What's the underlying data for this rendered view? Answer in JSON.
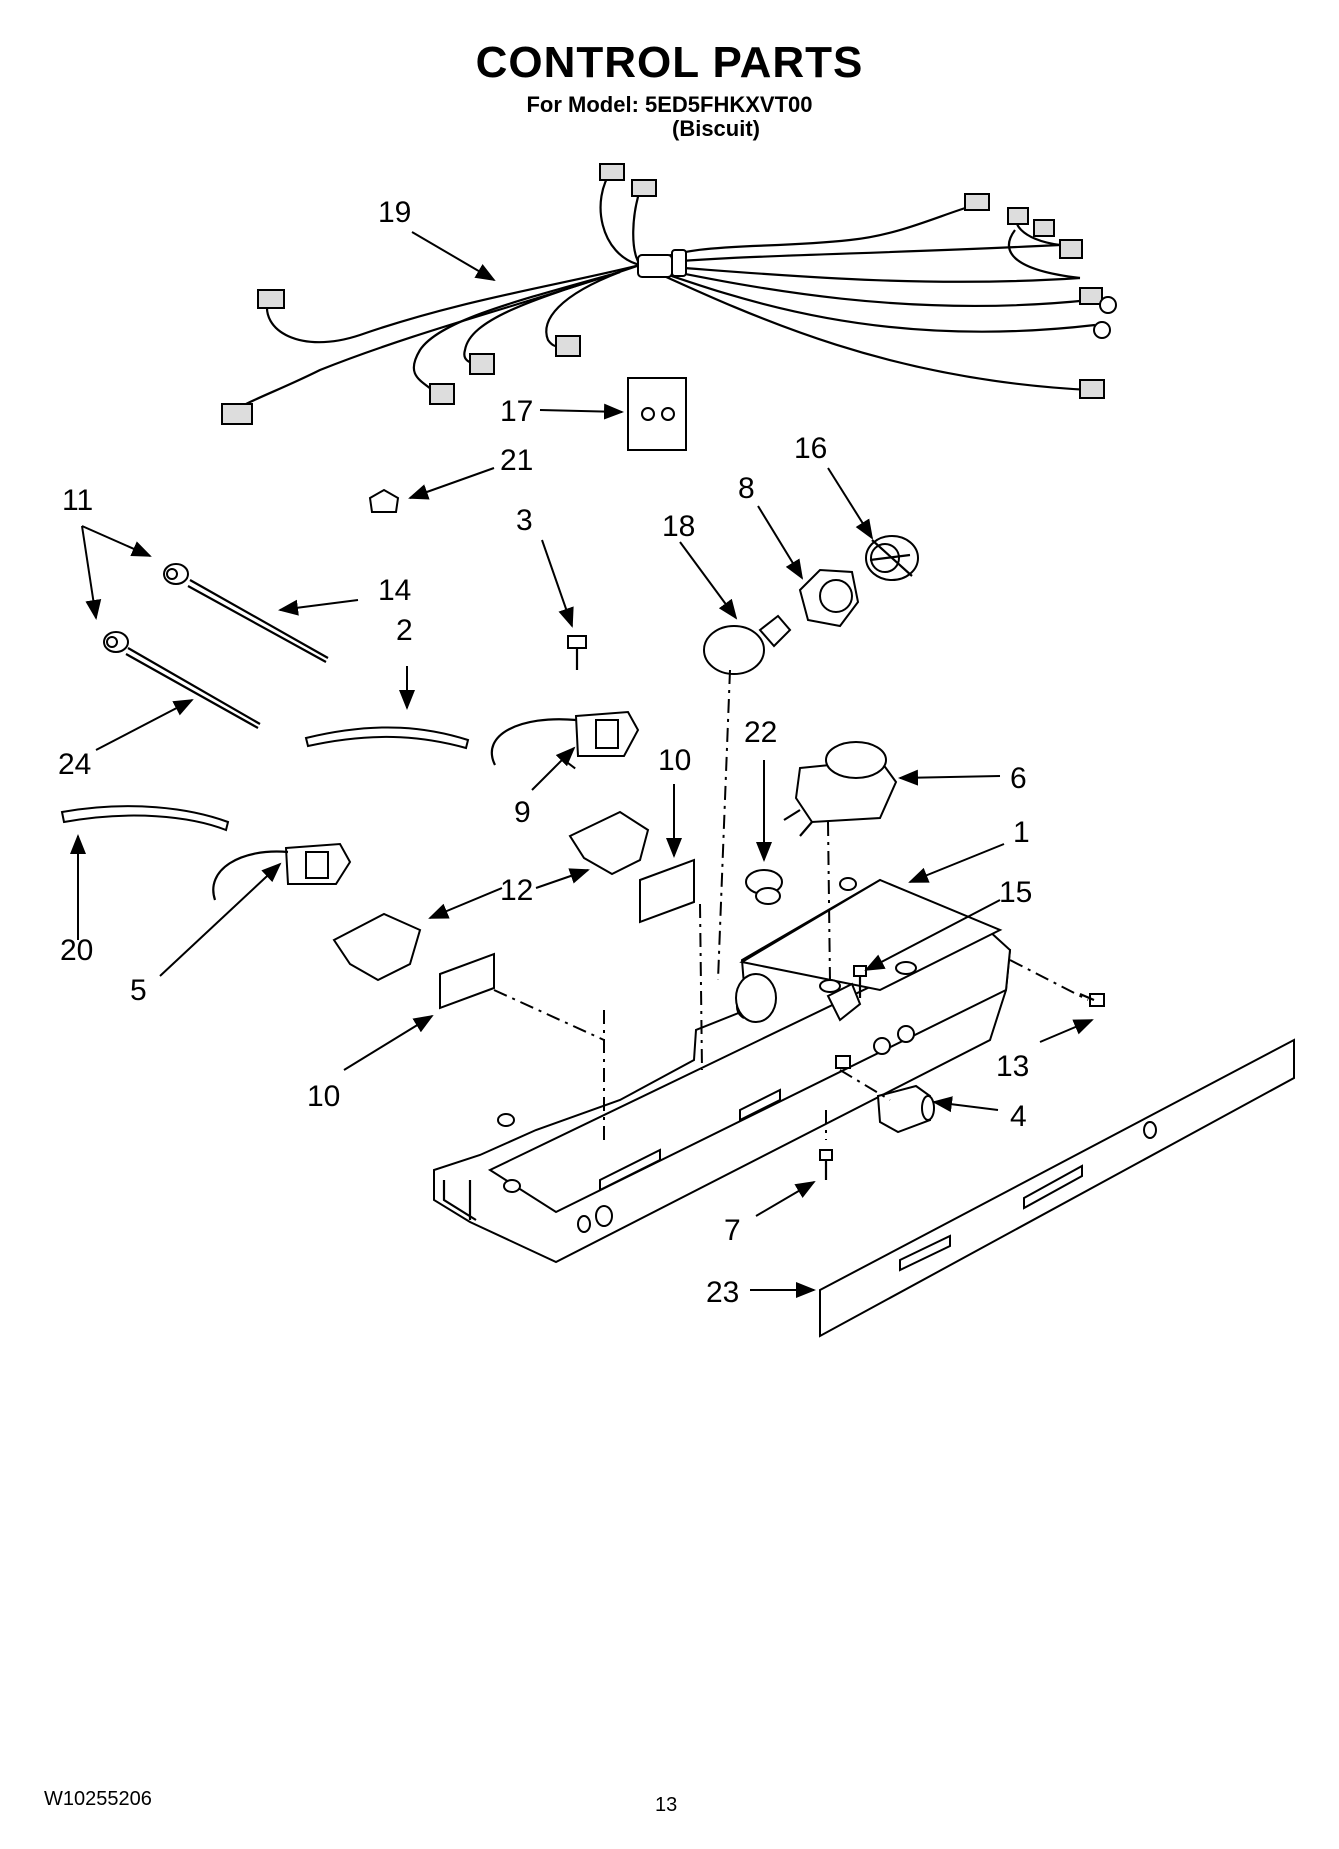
{
  "header": {
    "title": "CONTROL PARTS",
    "model_line": "For Model: 5ED5FHKXVT00",
    "variant": "(Biscuit)"
  },
  "callouts": {
    "c1": "1",
    "c2": "2",
    "c3": "3",
    "c4": "4",
    "c5": "5",
    "c6": "6",
    "c7": "7",
    "c8": "8",
    "c9": "9",
    "c10a": "10",
    "c10b": "10",
    "c11": "11",
    "c12": "12",
    "c13": "13",
    "c14": "14",
    "c15": "15",
    "c16": "16",
    "c17": "17",
    "c18": "18",
    "c19": "19",
    "c20": "20",
    "c21": "21",
    "c22": "22",
    "c23": "23",
    "c24": "24"
  },
  "footer": {
    "doc_number": "W10255206",
    "page_number": "13"
  }
}
